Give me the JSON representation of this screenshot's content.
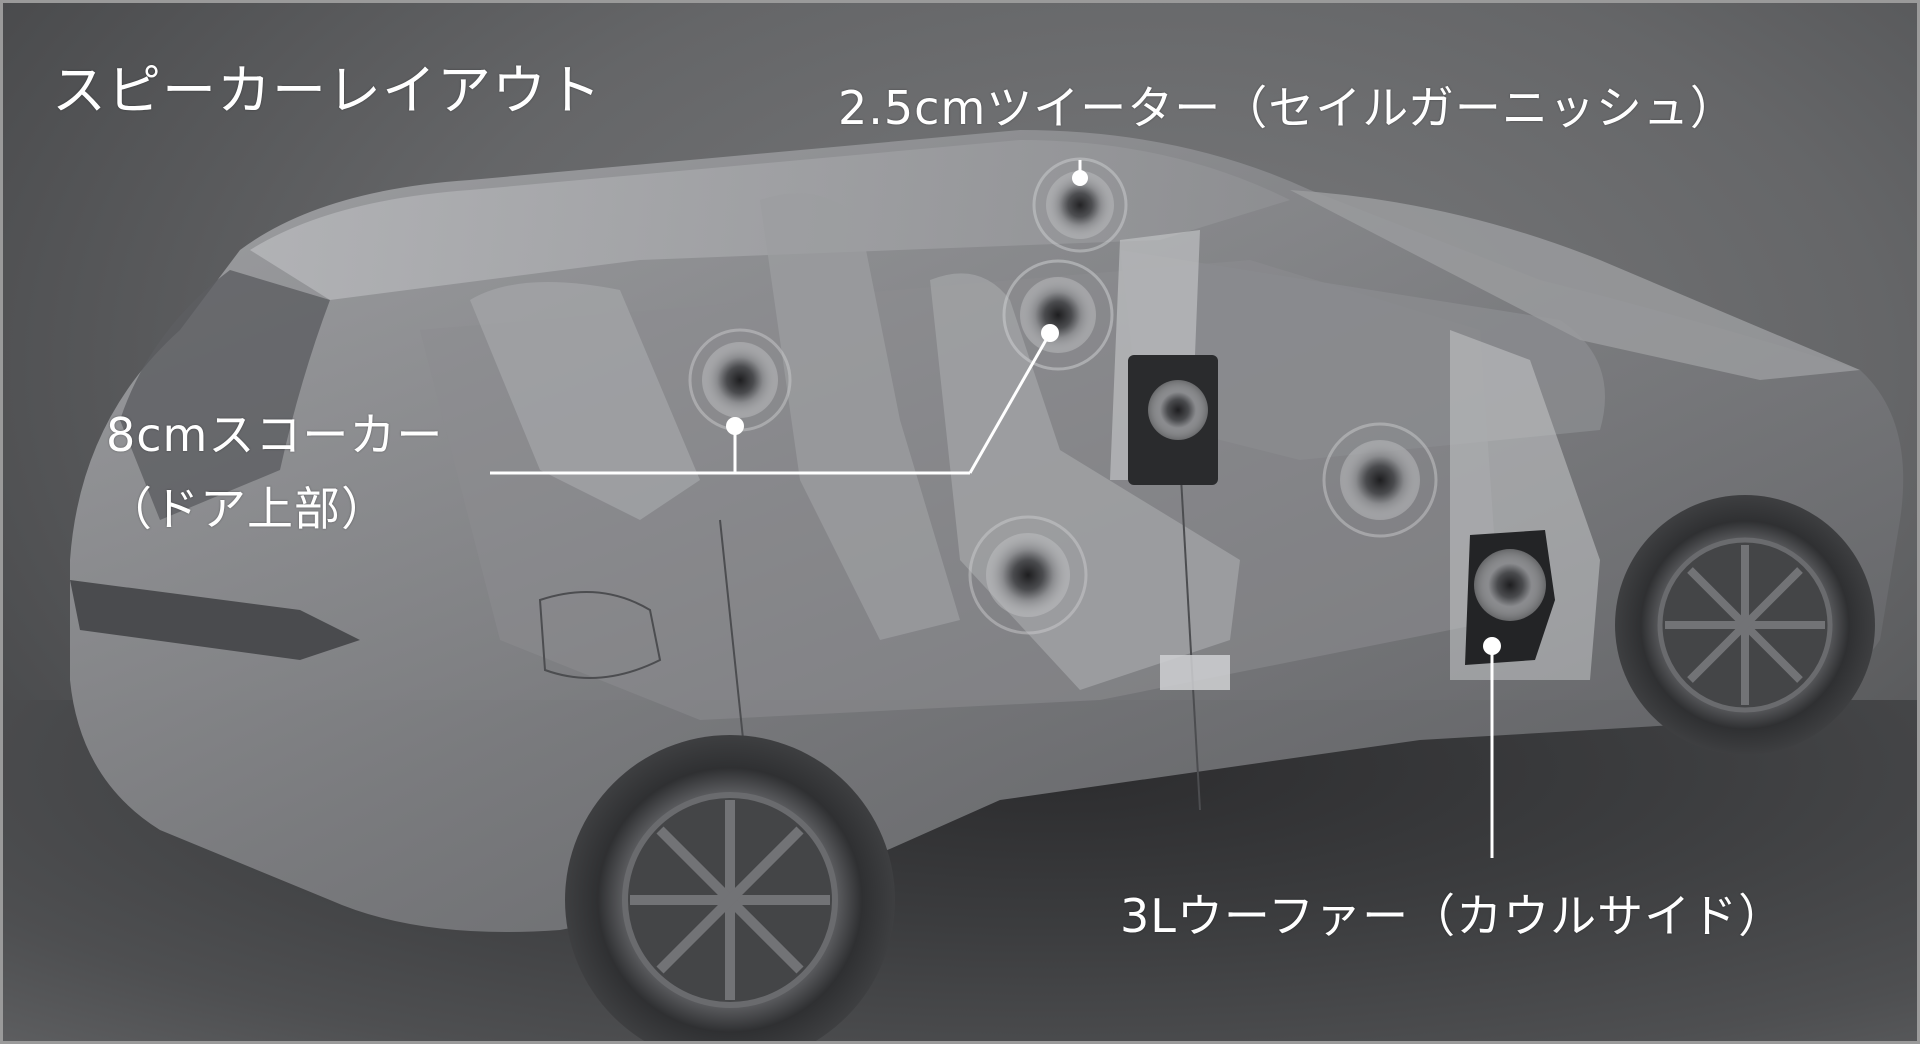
{
  "title": "スピーカーレイアウト",
  "colors": {
    "background": "#656668",
    "car_body": "#7e7f82",
    "label_text": "#ffffff",
    "leader_line": "#ffffff"
  },
  "callouts": [
    {
      "id": "tweeter",
      "label": "2.5cmツイーター（セイルガーニッシュ）",
      "location": "sail garnish"
    },
    {
      "id": "squawker",
      "label_line1": "8cmスコーカー",
      "label_line2": "（ドア上部）",
      "location": "upper door"
    },
    {
      "id": "woofer",
      "label": "3Lウーファー（カウルサイド）",
      "location": "cowl side"
    }
  ]
}
